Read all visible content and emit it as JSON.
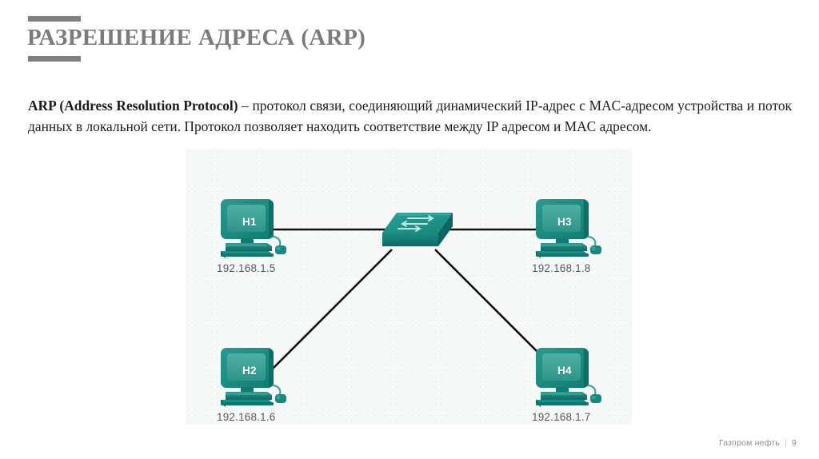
{
  "slide": {
    "title": "РАЗРЕШЕНИЕ АДРЕСА (ARP)",
    "title_color": "#7b7b7b",
    "rule_color": "#7f7f7f",
    "body": {
      "lead": "ARP (Address Resolution Protocol)",
      "rest": " – протокол связи, соединяющий динамический IP-адрес с MAC-адресом устройства и поток данных в локальной сети. Протокол позволяет находить соответствие между IP адресом и MAC адресом."
    }
  },
  "diagram": {
    "background_color": "#f7f8f8",
    "device_color": "#1f8b80",
    "device_screen_color": "#3fa79b",
    "link_color": "#111111",
    "switch": {
      "name": "switch",
      "label": ""
    },
    "hosts": [
      {
        "name": "H1",
        "ip": "192.168.1.5"
      },
      {
        "name": "H2",
        "ip": "192.168.1.6"
      },
      {
        "name": "H3",
        "ip": "192.168.1.8"
      },
      {
        "name": "H4",
        "ip": "192.168.1.7"
      }
    ]
  },
  "footer": {
    "brand": "Газпром нефть",
    "separator": "|",
    "page": "9"
  }
}
